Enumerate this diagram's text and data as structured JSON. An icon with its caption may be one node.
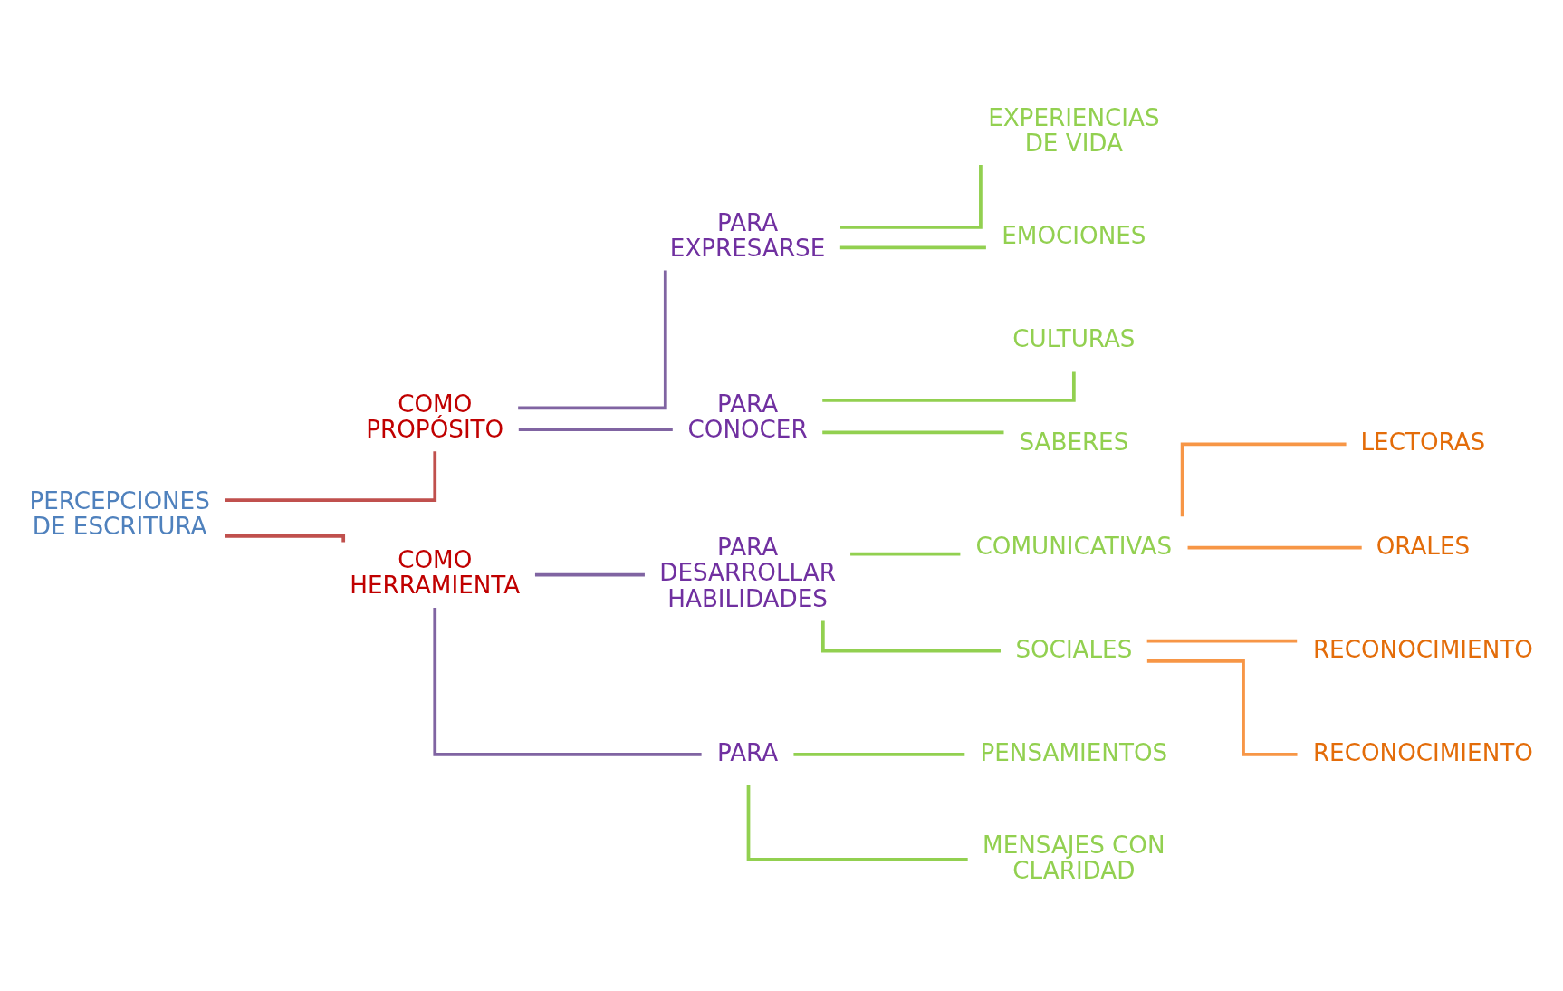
{
  "diagram": {
    "nodes": [
      {
        "text": [
          "PERCEPCIONES DE ESCRITURA"
        ]
      },
      {
        "text": [
          "COMO PROPÓSITO"
        ]
      },
      {
        "text": [
          "COMO HERRAMIENTA"
        ]
      },
      {
        "text": [
          "PARA EXPRESARSE"
        ]
      },
      {
        "text": [
          "PARA CONOCER"
        ]
      },
      {
        "text": [
          "PARA DESARROLLAR HABILIDADES"
        ]
      },
      {
        "text": [
          "PARA"
        ]
      },
      {
        "text": [
          "EXPERIENCIAS DE VIDA"
        ]
      },
      {
        "text": [
          "EMOCIONES"
        ]
      },
      {
        "text": [
          "CULTURAS"
        ]
      },
      {
        "text": [
          "SABERES"
        ]
      },
      {
        "text": [
          "COMUNICATIVAS"
        ]
      },
      {
        "text": [
          "SOCIALES"
        ]
      },
      {
        "text": [
          "PENSAMIENTOS"
        ]
      },
      {
        "text": [
          "MENSAJES CON CLARIDAD"
        ]
      },
      {
        "text": [
          "LECTORAS"
        ]
      },
      {
        "text": [
          "ORALES"
        ]
      },
      {
        "text": [
          "RECONOCIMIENTO"
        ]
      },
      {
        "text": [
          "RECONOCIMIENTO"
        ]
      }
    ],
    "edges": [
      {
        "from": 0,
        "to": 1,
        "arrow": "none",
        "color": "#c0504d"
      },
      {
        "from": 0,
        "to": 2,
        "arrow": "none",
        "color": "#c0504d"
      },
      {
        "from": 1,
        "to": 3,
        "arrow": "none",
        "color": "#8064a2"
      },
      {
        "from": 1,
        "to": 4,
        "arrow": "none",
        "color": "#8064a2"
      },
      {
        "from": 2,
        "to": 5,
        "arrow": "none",
        "color": "#8064a2"
      },
      {
        "from": 2,
        "to": 6,
        "arrow": "none",
        "color": "#8064a2"
      },
      {
        "from": 3,
        "to": 7,
        "arrow": "none"
      },
      {
        "from": 3,
        "to": 8,
        "arrow": "none"
      },
      {
        "from": 4,
        "to": 9,
        "arrow": "none"
      },
      {
        "from": 4,
        "to": 10,
        "arrow": "none"
      },
      {
        "from": 5,
        "to": 11,
        "arrow": "none"
      },
      {
        "from": 5,
        "to": 12,
        "arrow": "none"
      },
      {
        "from": 6,
        "to": 13,
        "arrow": "none"
      },
      {
        "from": 6,
        "to": 14,
        "arrow": "none"
      },
      {
        "from": 11,
        "to": 15,
        "arrow": "none",
        "color": "#f79646"
      },
      {
        "from": 11,
        "to": 16,
        "arrow": "none",
        "color": "#f79646"
      },
      {
        "from": 12,
        "to": 17,
        "arrow": "none",
        "color": "#f79646"
      },
      {
        "from": 12,
        "to": 18,
        "arrow": "none",
        "color": "#f79646"
      }
    ]
  }
}
